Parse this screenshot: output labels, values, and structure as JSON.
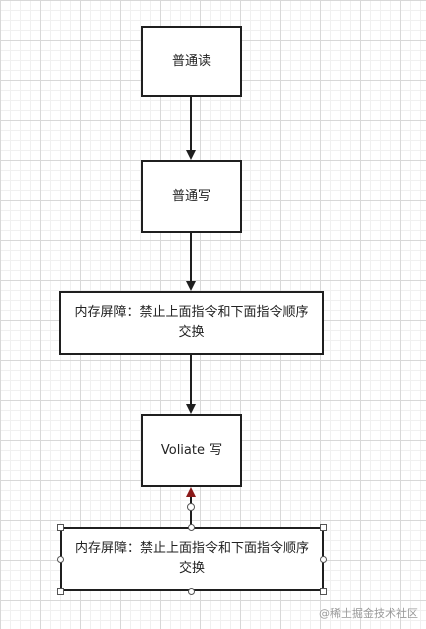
{
  "diagram": {
    "nodes": {
      "read": "普通读",
      "write": "普通写",
      "barrier_top": "内存屏障：禁止上面指令和下面指令顺序交换",
      "volatile_write": "Voliate 写",
      "barrier_bottom": "内存屏障：禁止上面指令和下面指令顺序交换"
    },
    "edges": [
      {
        "from": "read",
        "to": "write"
      },
      {
        "from": "write",
        "to": "barrier_top"
      },
      {
        "from": "barrier_top",
        "to": "volatile_write"
      },
      {
        "from": "barrier_bottom",
        "to": "volatile_write",
        "selected": true
      }
    ],
    "selected_node": "barrier_bottom"
  },
  "watermark": "@稀土掘金技术社区",
  "colors": {
    "stroke": "#1f1f1f",
    "selected_arrow_tip": "#c0392b"
  }
}
